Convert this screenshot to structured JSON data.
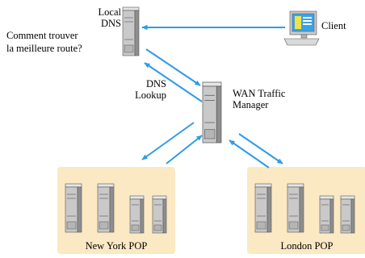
{
  "nodes": {
    "local_dns": {
      "line1": "Local",
      "line2": "DNS"
    },
    "client": {
      "label": "Client"
    },
    "wan_manager": {
      "line1": "WAN Traffic",
      "line2": "Manager"
    },
    "dns_lookup": {
      "line1": "DNS",
      "line2": "Lookup"
    }
  },
  "question": {
    "line1": "Comment trouver",
    "line2": "la meilleure route?"
  },
  "pops": [
    {
      "label": "New York POP"
    },
    {
      "label": "London POP"
    }
  ],
  "colors": {
    "arrow": "#2e9be8",
    "pop_fill": "#fbe9c4",
    "server_face": "#c9c9c9",
    "server_side": "#8e8e8e",
    "server_top": "#e6e6e6"
  },
  "icons": [
    "server-icon",
    "desktop-computer-icon",
    "arrow-icon"
  ]
}
